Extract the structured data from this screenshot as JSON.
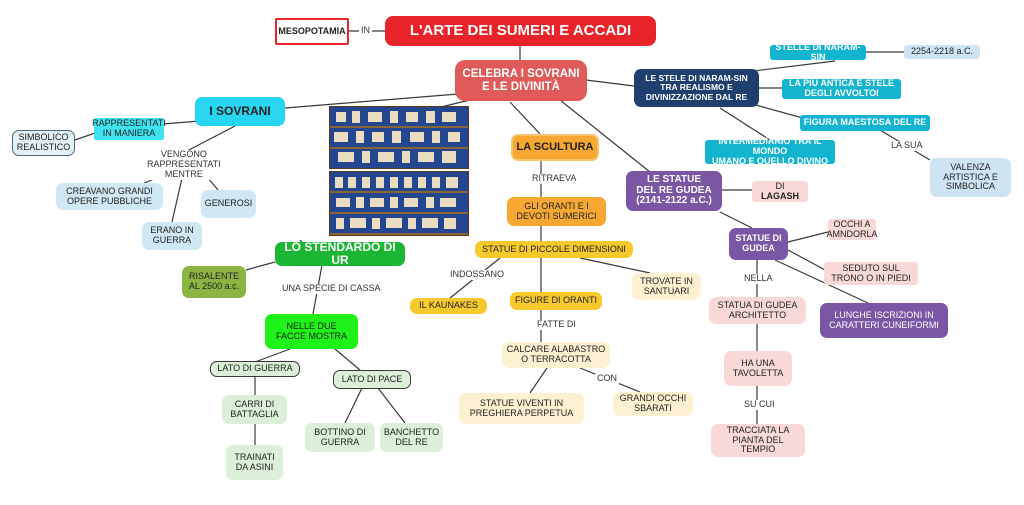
{
  "colors": {
    "red": "#e8232a",
    "red_soft": "#e15a5a",
    "navy": "#1f3f6e",
    "teal": "#12b4cf",
    "cyan": "#28d6f2",
    "light_blue": "#cfe8f3",
    "purple": "#7a56a5",
    "orange": "#f7a833",
    "yellow": "#f7c92a",
    "cream": "#fdf1d2",
    "pink": "#f9d9d8",
    "green": "#1bb634",
    "bright_green": "#1ef218",
    "olive_green": "#8cb544",
    "pale_green": "#dcefd8"
  },
  "nodes": {
    "title": "L'ARTE DEI SUMERI E ACCADI",
    "mesopotamia": "MESOPOTAMIA",
    "celebra": "CELEBRA I SOVRANI\nE LE DIVINITÀ",
    "sovrani": "I SOVRANI",
    "rappresentati": "RAPPRESENTATI\nIN MANIERA",
    "simbolico": "SIMBOLICO\nREALISTICO",
    "creavano": "CREAVANO GRANDI\nOPERE PUBBLICHE",
    "generosi": "GENEROSI",
    "erano_guerra": "ERANO IN\nGUERRA",
    "stendardo": "LO STENDARDO DI UR",
    "risalente": "RISALENTE\nAL 2500 a.c.",
    "nelle_due": "NELLE DUE\nFACCE MOSTRA",
    "lato_guerra": "LATO DI GUERRA",
    "lato_pace": "LATO DI PACE",
    "carri": "CARRI DI\nBATTAGLIA",
    "trainati": "TRAINATI\nDA ASINI",
    "bottino": "BOTTINO DI\nGUERRA",
    "banchetto": "BANCHETTO\nDEL RE",
    "scultura": "LA SCULTURA",
    "oranti": "GLI ORANTI E I\nDEVOTI SUMERICI",
    "statue_piccole": "STATUE DI PICCOLE DIMENSIONI",
    "kaunakes": "IL KAUNAKES",
    "figure_oranti": "FIGURE DI ORANTI",
    "trovate": "TROVATE IN\nSANTUARI",
    "calcare": "CALCARE ALABASTRO\nO TERRACOTTA",
    "statue_viventi": "STATUE VIVENTI IN\nPREGHIERA PERPETUA",
    "grandi_occhi": "GRANDI OCCHI\nSBARATI",
    "stele": "LE STELE DI NARAM-SIN\nTRA REALISMO E\nDIVINIZZAZIONE DAL RE",
    "stelle_naram": "STELLE DI NARAM-SIN",
    "date_naram": "2254-2218 a.C.",
    "piu_antica": "LA PIÙ ANTICA E STELE\nDEGLI AVVOLTOI",
    "figura_maestosa": "FIGURA MAESTOSA DEL RE",
    "intermediario": "INTERMEDIARIO TRA IL MONDO\nUMANO E QUELLO DIVINO",
    "valenza": "VALENZA\nARTISTICA E\nSIMBOLICA",
    "gudea": "LE STATUE\nDEL RE GUDEA\n(2141-2122 a.C.)",
    "lagash_pre": "DI",
    "lagash": "LAGASH",
    "statue_gudea": "STATUE DI\nGUDEA",
    "occhi_mandorla": "OCCHI A\nAMNDORLA",
    "seduto": "SEDUTO SUL\nTRONO O IN PIEDI",
    "lunghe": "LUNGHE ISCRIZIONI IN\nCARATTERI CUNEIFORMI",
    "architetto": "STATUA DI GUDEA\nARCHITETTO",
    "tavoletta": "HA UNA\nTAVOLETTA",
    "tracciata": "TRACCIATA LA\nPIANTA DEL\nTEMPIO"
  },
  "link_labels": {
    "in": "IN",
    "vengono": "VENGONO\nRAPPRESENTATI\nMENTRE",
    "specie_cassa": "UNA SPECIE DI CASSA",
    "ritraeva": "RITRAEVA",
    "indossano": "INDOSSANO",
    "fatte_di": "FATTE DI",
    "con": "CON",
    "la_sua": "LA SUA",
    "nella": "NELLA",
    "su_cui": "SU CUI"
  }
}
